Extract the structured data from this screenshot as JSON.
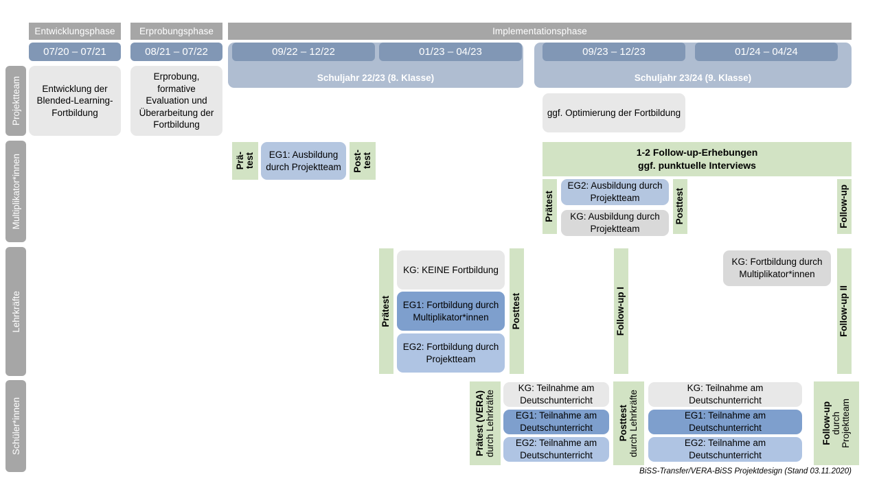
{
  "phases": [
    {
      "label": "Entwicklungsphase"
    },
    {
      "label": "Erprobungsphase"
    },
    {
      "label": "Implementationsphase"
    }
  ],
  "periods": [
    {
      "label": "07/20 – 07/21"
    },
    {
      "label": "08/21 – 07/22"
    },
    {
      "label": "09/22 – 12/22"
    },
    {
      "label": "01/23 – 04/23"
    },
    {
      "label": "09/23 – 12/23"
    },
    {
      "label": "01/24 – 04/24"
    }
  ],
  "school_years": [
    {
      "label": "Schuljahr 22/23 (8. Klasse)"
    },
    {
      "label": "Schuljahr 23/24 (9. Klasse)"
    }
  ],
  "roles": [
    {
      "label": "Projektteam"
    },
    {
      "label": "Multiplikator*innen"
    },
    {
      "label": "Lehrkräfte"
    },
    {
      "label": "Schüler*innen"
    }
  ],
  "projektteam": {
    "entwicklung": "Entwicklung der Blended-Learning-Fortbildung",
    "erprobung": "Erprobung, formative Evaluation und Überarbeitung der Fortbildung",
    "optimierung": "ggf. Optimierung der Fortbildung"
  },
  "multiplikatoren": {
    "praetest_1a": "Prä-",
    "praetest_1b": "test",
    "eg1": "EG1: Ausbildung durch Projektteam",
    "posttest_1a": "Post-",
    "posttest_1b": "test",
    "banner_line1": "1-2 Follow-up-Erhebungen",
    "banner_line2": "ggf. punktuelle Interviews",
    "praetest_2": "Prätest",
    "eg2": "EG2: Ausbildung durch Projektteam",
    "kg": "KG: Ausbildung durch Projektteam",
    "posttest_2": "Posttest",
    "followup": "Follow-up"
  },
  "lehrkraefte": {
    "praetest": "Prätest",
    "kg": "KG:  KEINE Fortbildung",
    "eg1": "EG1: Fortbildung durch Multiplikator*innen",
    "eg2": "EG2: Fortbildung durch Projektteam",
    "posttest": "Posttest",
    "followup1": "Follow-up I",
    "kg2": "KG: Fortbildung durch Multiplikator*innen",
    "followup2": "Follow-up II"
  },
  "schuelerinnen": {
    "praetest_bold": "Prätest (VERA)",
    "praetest_reg": "durch Lehrkräfte",
    "kg_1": "KG: Teilnahme am Deutschunterricht",
    "eg1_1": "EG1: Teilnahme am Deutschunterricht",
    "eg2_1": "EG2: Teilnahme am Deutschunterricht",
    "posttest_bold": "Posttest",
    "posttest_reg": "durch Lehrkräfte",
    "kg_2": "KG: Teilnahme am Deutschunterricht",
    "eg1_2": "EG1: Teilnahme am Deutschunterricht",
    "eg2_2": "EG2: Teilnahme am Deutschunterricht",
    "followup_bold": "Follow-up",
    "followup_reg1": "durch",
    "followup_reg2": "Projektteam"
  },
  "footer": {
    "note": "BiSS-Transfer/VERA-BiSS Projektdesign (Stand 03.11.2020)"
  },
  "colors": {
    "grey_band": "#A6A6A6",
    "period_blue": "#8197B5",
    "schoolyear_blue": "#AFBDD1",
    "card_grey": "#E8E8E8",
    "card_grey_dark": "#D9D9D9",
    "blue_mid": "#B4C6E0",
    "blue_dark": "#7E9FCD",
    "blue_light": "#AFC4E3",
    "test_green": "#D2E3C4"
  }
}
